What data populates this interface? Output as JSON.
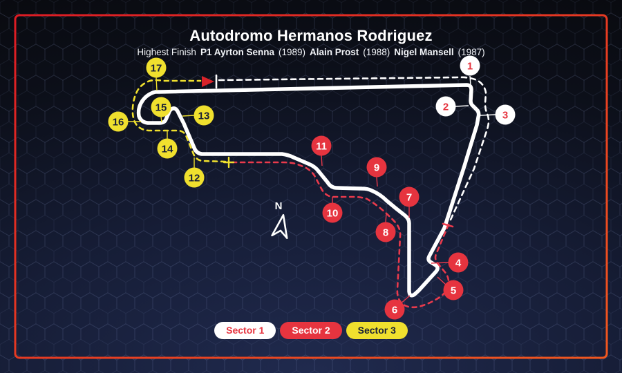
{
  "title": "Autodromo Hermanos Rodriguez",
  "subtitle": {
    "p0": "Highest Finish",
    "p1": "P1 Ayrton Senna",
    "p2": "(1989)",
    "p3": "Alain Prost",
    "p4": "(1988)",
    "p5": "Nigel Mansell",
    "p6": "(1987)"
  },
  "compass": {
    "label": "N"
  },
  "legend": {
    "sector1": "Sector 1",
    "sector2": "Sector 2",
    "sector3": "Sector 3"
  },
  "corners": {
    "c1": "1",
    "c2": "2",
    "c3": "3",
    "c4": "4",
    "c5": "5",
    "c6": "6",
    "c7": "7",
    "c8": "8",
    "c9": "9",
    "c10": "10",
    "c11": "11",
    "c12": "12",
    "c13": "13",
    "c14": "14",
    "c15": "15",
    "c16": "16",
    "c17": "17"
  },
  "colors": {
    "white": "#ffffff",
    "red": "#e6343f",
    "yellow": "#f0e02e",
    "navy": "#1a2136",
    "racing_red": "#ea3a4c",
    "arrow_red": "#d8232a",
    "border_start": "#dc1c24",
    "border_end": "#f0571f"
  }
}
